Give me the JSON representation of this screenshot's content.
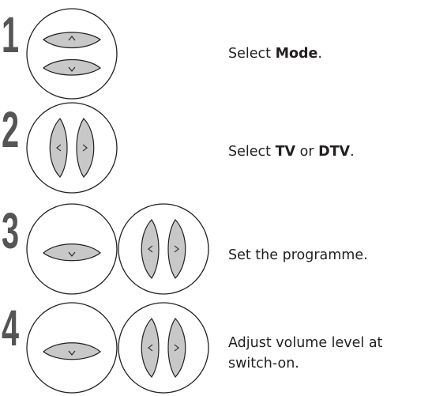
{
  "steps": [
    {
      "number": "1",
      "buttons": [
        "up-down-icon"
      ],
      "caption_parts": [
        "Select ",
        "Mode",
        "."
      ]
    },
    {
      "number": "2",
      "buttons": [
        "left-right-icon"
      ],
      "caption_parts": [
        "Select ",
        "TV",
        " or ",
        "DTV",
        "."
      ]
    },
    {
      "number": "3",
      "buttons": [
        "down-icon",
        "left-right-icon"
      ],
      "caption_parts": [
        "Set the programme."
      ]
    },
    {
      "number": "4",
      "buttons": [
        "down-icon",
        "left-right-icon"
      ],
      "caption_parts": [
        "Adjust volume level at",
        "switch-on."
      ]
    }
  ],
  "colors": {
    "number": "#555555",
    "button_fill": "#c8c8c8",
    "outline": "#231f20"
  }
}
